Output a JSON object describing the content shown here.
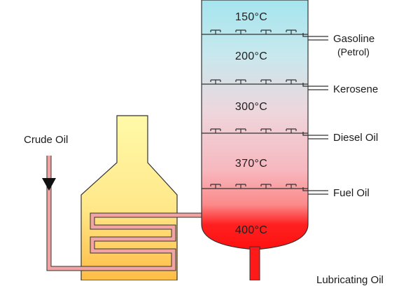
{
  "input": {
    "label": "Crude Oil"
  },
  "column": {
    "temperatures": [
      "150°C",
      "200°C",
      "300°C",
      "370°C",
      "400°C"
    ]
  },
  "products": [
    {
      "name": "Gasoline",
      "sub": "(Petrol)"
    },
    {
      "name": "Kerosene"
    },
    {
      "name": "Diesel Oil"
    },
    {
      "name": "Fuel Oil"
    },
    {
      "name": "Lubricating Oil"
    }
  ],
  "colors": {
    "column_top": "#a7e6ee",
    "column_mid": "#f0c9d0",
    "column_bottom": "#ff1a1a",
    "furnace_top": "#fffaa6",
    "furnace_bottom": "#ffc04a",
    "pipe": "#f2a6a6",
    "outline": "#222222"
  }
}
